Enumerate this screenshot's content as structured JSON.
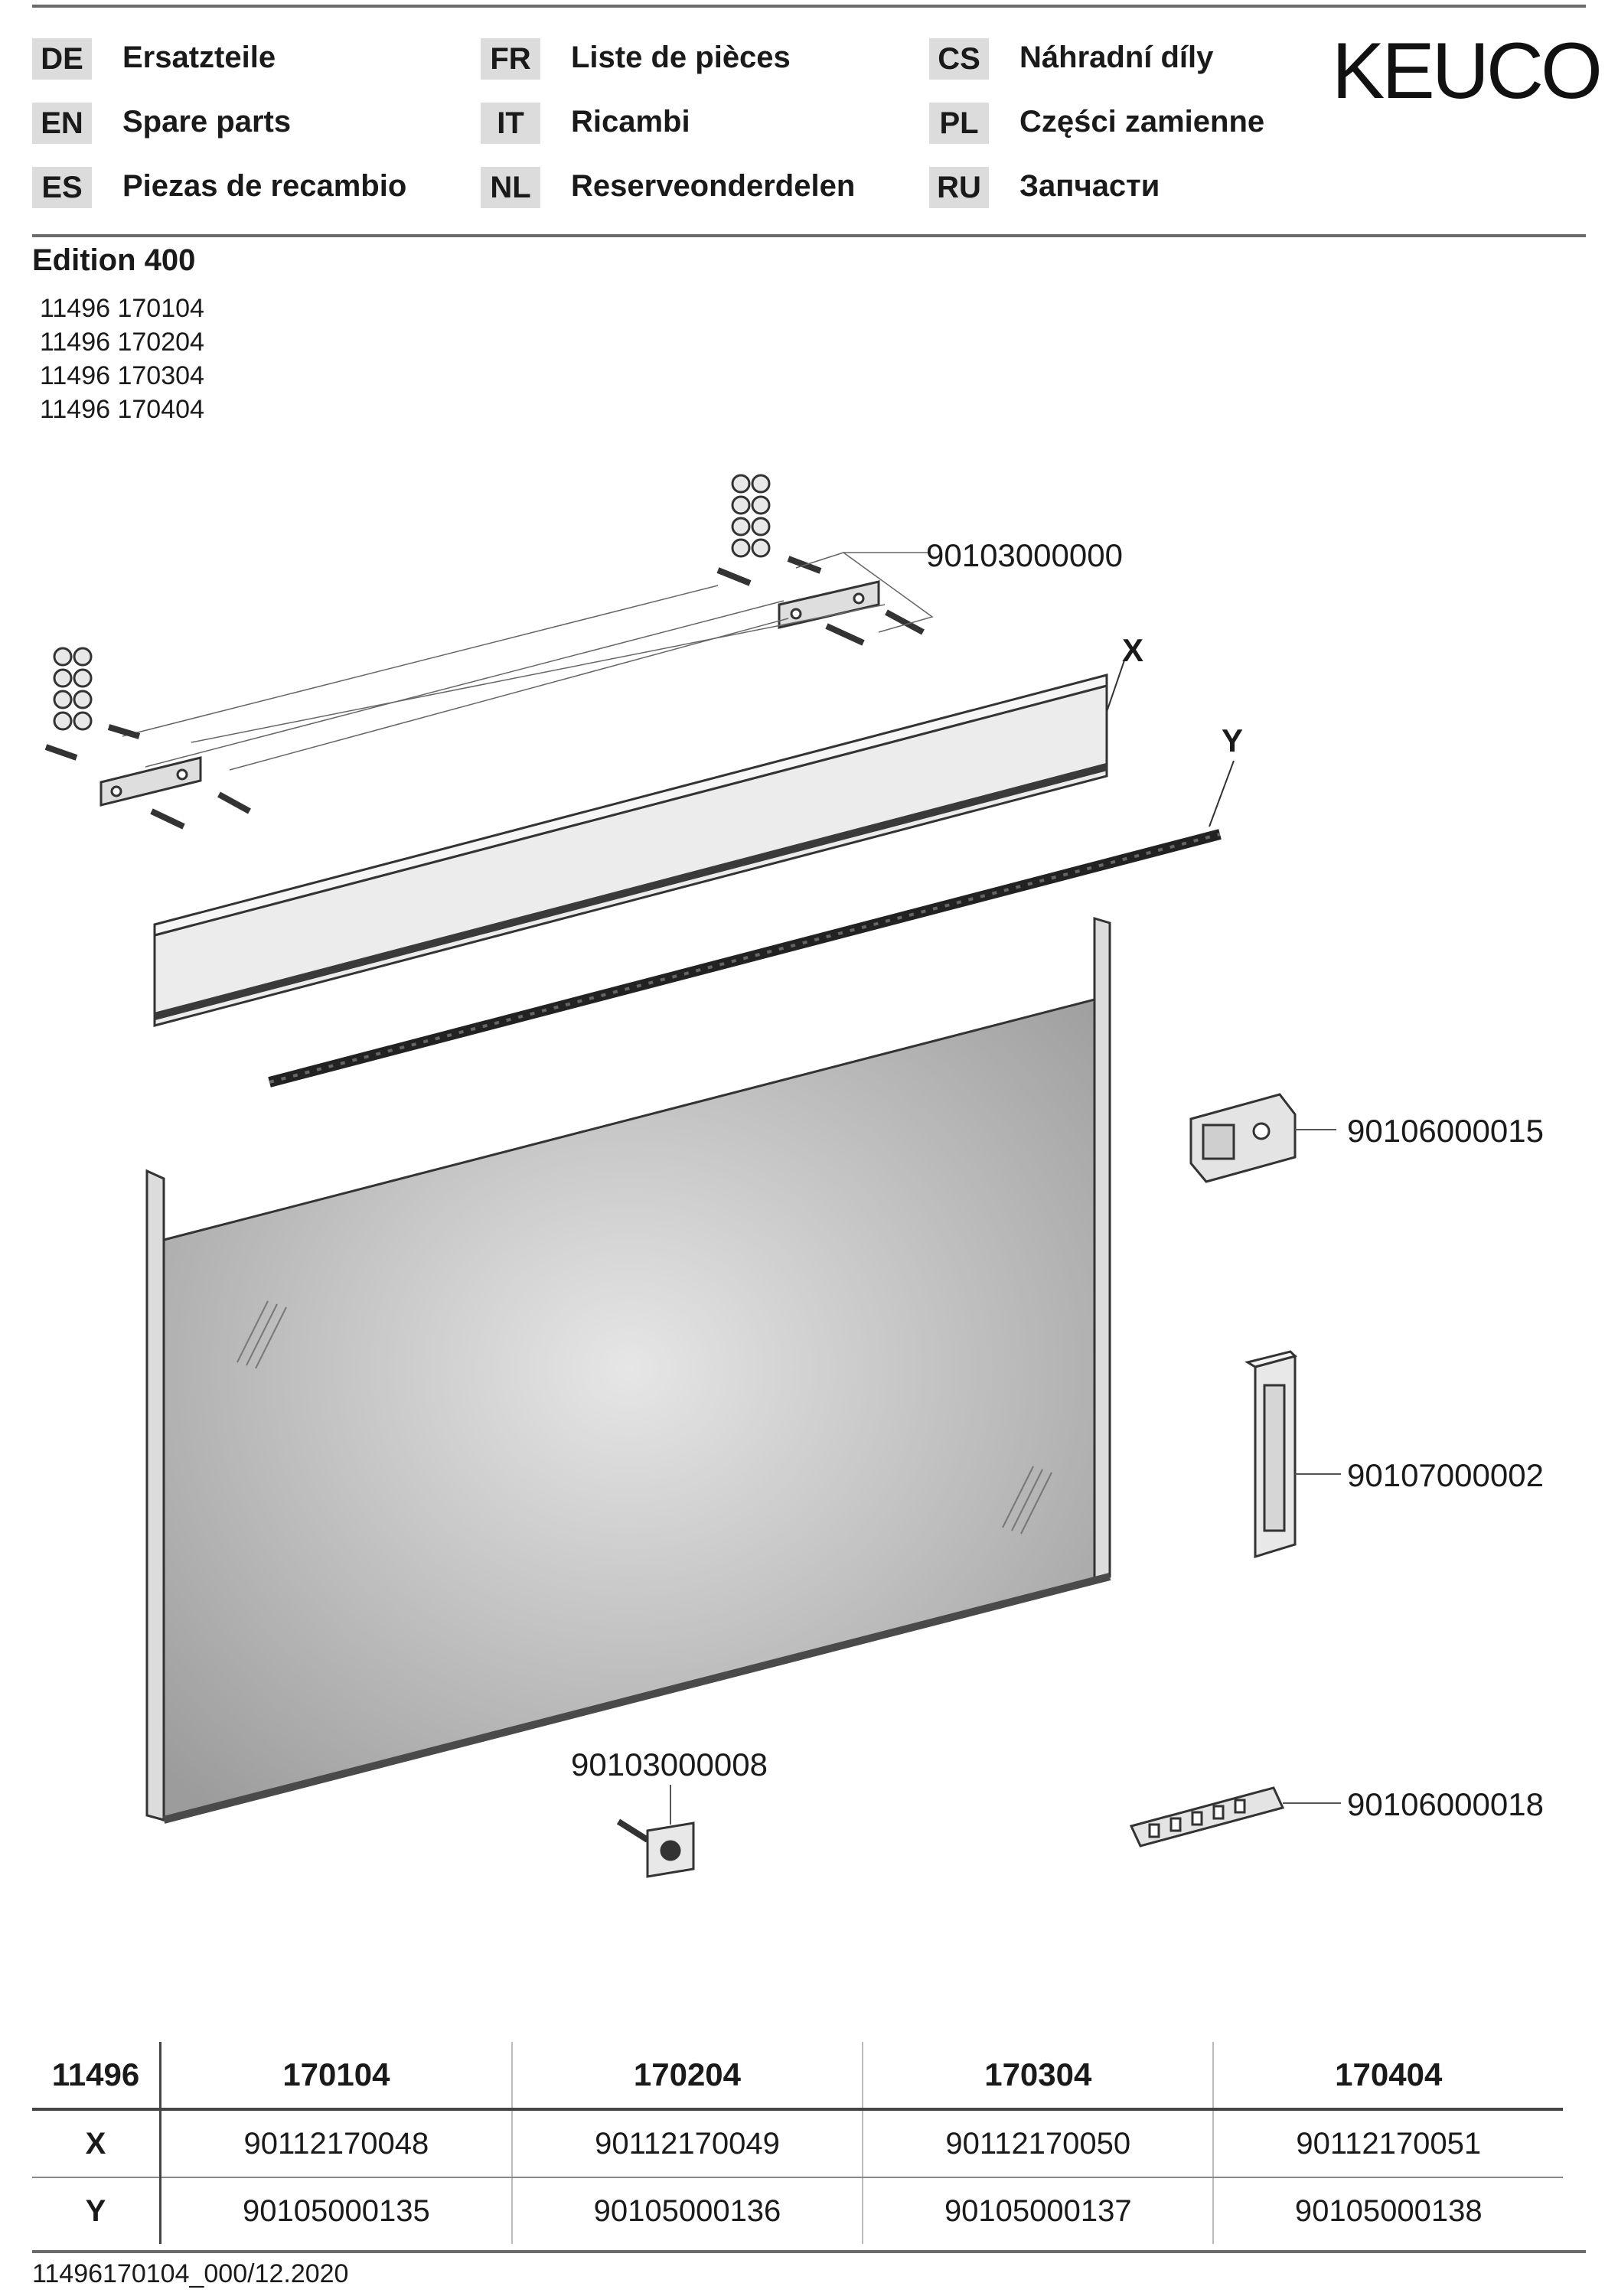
{
  "header": {
    "brand": "KEUCO",
    "languages": [
      {
        "code": "DE",
        "label": "Ersatzteile"
      },
      {
        "code": "EN",
        "label": "Spare parts"
      },
      {
        "code": "ES",
        "label": "Piezas de recambio"
      },
      {
        "code": "FR",
        "label": "Liste de pièces"
      },
      {
        "code": "IT",
        "label": "Ricambi"
      },
      {
        "code": "NL",
        "label": "Reserveonderdelen"
      },
      {
        "code": "CS",
        "label": "Náhradní díly"
      },
      {
        "code": "PL",
        "label": "Części zamienne"
      },
      {
        "code": "RU",
        "label": "Запчасти"
      }
    ]
  },
  "product": {
    "title": "Edition 400",
    "models": [
      "11496 170104",
      "11496 170204",
      "11496 170304",
      "11496 170404"
    ]
  },
  "callouts": {
    "bracket": "90103000000",
    "x_label": "X",
    "y_label": "Y",
    "driver": "90106000015",
    "battery_box": "90107000002",
    "switch": "90103000008",
    "connector": "90106000018"
  },
  "table": {
    "series": "11496",
    "columns": [
      "170104",
      "170204",
      "170304",
      "170404"
    ],
    "rows": [
      {
        "label": "X",
        "values": [
          "90112170048",
          "90112170049",
          "90112170050",
          "90112170051"
        ]
      },
      {
        "label": "Y",
        "values": [
          "90105000135",
          "90105000136",
          "90105000137",
          "90105000138"
        ]
      }
    ]
  },
  "footer": {
    "doc_number": "11496170104_000/12.2020"
  }
}
